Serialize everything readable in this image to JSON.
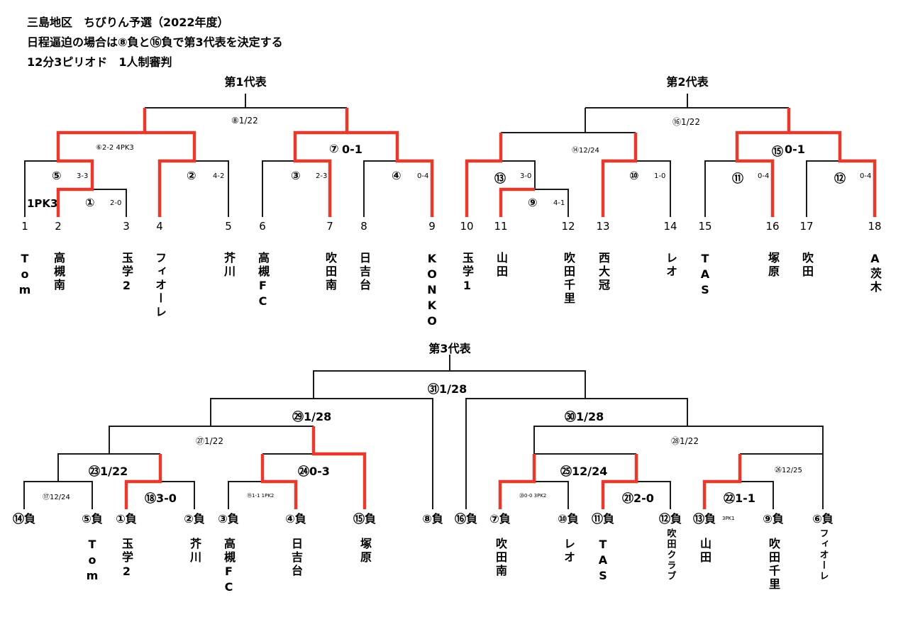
{
  "header": {
    "title": "三島地区　ちびりん予選（2022年度）",
    "note": "日程逼迫の場合は⑧負と⑯負で第3代表を決定する",
    "format": "12分3ピリオド　1人制審判"
  },
  "sections": {
    "rep1": "第1代表",
    "rep2": "第2代表",
    "rep3": "第3代表"
  },
  "bracket1": {
    "numbers": [
      "1",
      "2",
      "3",
      "4",
      "5",
      "6",
      "7",
      "8",
      "9",
      "10",
      "11",
      "12",
      "13",
      "14",
      "15",
      "16",
      "17",
      "18"
    ],
    "teams": [
      "Tom",
      "高槻南",
      "玉学2",
      "フィオーレ",
      "芥川",
      "高槻FC",
      "吹田南",
      "日吉台",
      "KONKO",
      "玉学1",
      "山田",
      "吹田千里",
      "西大冠",
      "レオ",
      "TAS",
      "塚原",
      "吹田",
      "A茨木"
    ],
    "labels": {
      "m8": "⑧1/22",
      "m6": "⑥2-2 4PK3",
      "m7_circle": "⑦",
      "m7_score": "0-1",
      "m5_circle": "⑤",
      "m5_score": "3-3",
      "m2_circle": "②",
      "m2_score": "4-2",
      "m3_circle": "③",
      "m3_score": "2-3",
      "m4_circle": "④",
      "m4_score": "0-4",
      "m1_circle": "①",
      "m1_score": "2-0",
      "pk": "1PK3",
      "m16": "⑯1/22",
      "m14": "⑭12/24",
      "m15_circle": "⑮",
      "m15_score": "0-1",
      "m13_circle": "⑬",
      "m13_score": "3-0",
      "m10_circle": "⑩",
      "m10_score": "1-0",
      "m11_circle": "⑪",
      "m11_score": "0-4",
      "m12_circle": "⑫",
      "m12_score": "0-4",
      "m9_circle": "⑨",
      "m9_score": "4-1"
    }
  },
  "bracket3": {
    "slots": [
      "⑭負",
      "⑤負",
      "①負",
      "②負",
      "③負",
      "④負",
      "⑮負",
      "⑧負",
      "⑯負",
      "⑦負",
      "⑩負",
      "⑪負",
      "⑫負",
      "⑬負",
      "⑨負",
      "⑥負"
    ],
    "teams": [
      "",
      "Tom",
      "玉学2",
      "芥川",
      "高槻FC",
      "日吉台",
      "塚原",
      "",
      "",
      "吹田南",
      "レオ",
      "TAS",
      "吹田クラブ",
      "山田",
      "吹田千里",
      "フィオーレ"
    ],
    "labels": {
      "m31": "㉛1/28",
      "m29": "㉙1/28",
      "m30": "㉚1/28",
      "m27": "㉗1/22",
      "m28": "㉘1/22",
      "m23": "㉓1/22",
      "m24": "㉔0-3",
      "m25": "㉕12/24",
      "m26": "㉖12/25",
      "m17": "⑰12/24",
      "m18": "⑱3-0",
      "m19": "⑲1-1 1PK2",
      "m20": "⑳0-0 3PK2",
      "m21": "㉑2-0",
      "m22": "㉒1-1",
      "pk22": "3PK1"
    }
  },
  "colors": {
    "line": "#1a1a1a",
    "winner": "#e8392c"
  }
}
